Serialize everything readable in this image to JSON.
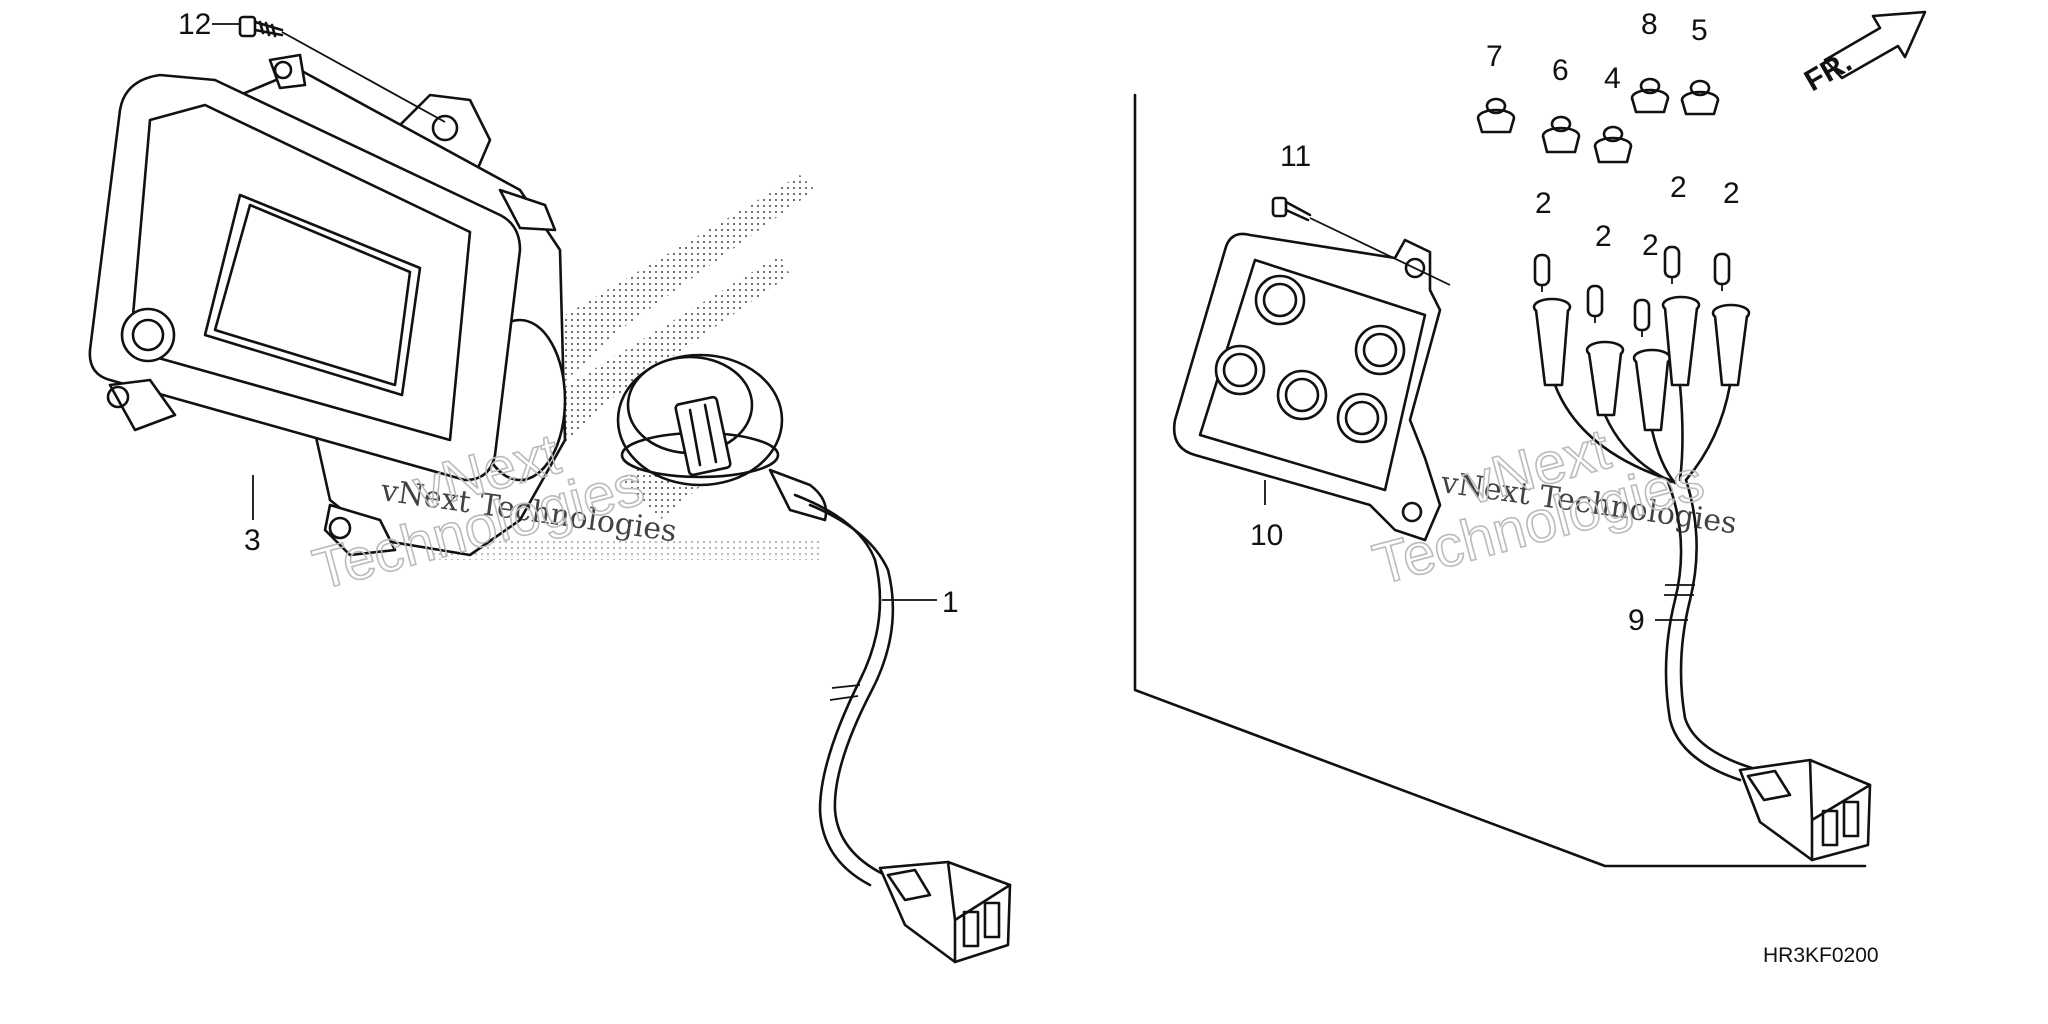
{
  "diagram_code": "HR3KF0200",
  "direction_label": "FR.",
  "watermark": {
    "line1": "vNext Technologies",
    "line2": "Technologies",
    "line3": "vNext"
  },
  "callouts": {
    "c1": "1",
    "c2a": "2",
    "c2b": "2",
    "c2c": "2",
    "c2d": "2",
    "c2e": "2",
    "c3": "3",
    "c4": "4",
    "c5": "5",
    "c6": "6",
    "c7": "7",
    "c8": "8",
    "c9": "9",
    "c10": "10",
    "c11": "11",
    "c12": "12"
  },
  "colors": {
    "line": "#111111",
    "background": "#ffffff",
    "dots": "#555555"
  }
}
